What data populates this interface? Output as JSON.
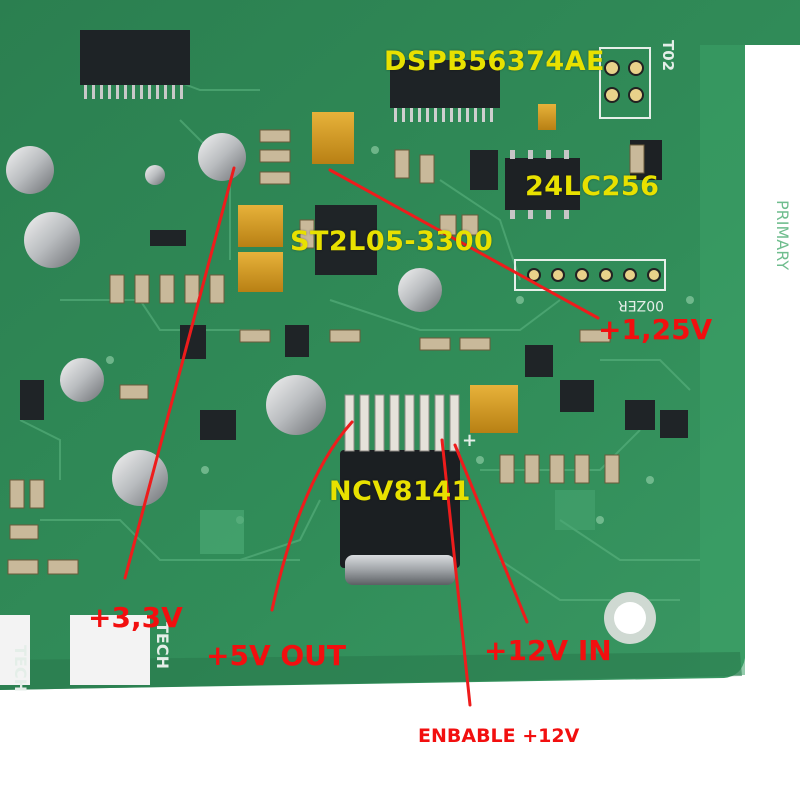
{
  "photo": {
    "subject": "pcb-closeup",
    "colors": {
      "board": "#2f8a57",
      "board_light": "#3d9d66",
      "white_bg": "#ffffff",
      "chip_label": "#e8e100",
      "volt_label": "#f20f0f",
      "arrow": "#ee1c1c"
    }
  },
  "labels": {
    "dsp": "DSPB56374AE",
    "eeprom": "24LC256",
    "regulator": "ST2L05-3300",
    "ldo": "NCV8141",
    "v125": "+1,25V",
    "v33": "+3,3V",
    "v5out": "+5V OUT",
    "v12in": "+12V IN",
    "enable": "ENBABLE +12V"
  },
  "silkscreen": {
    "tech_left": "TECH",
    "tech_right": "TECH",
    "primary": "PRIMARY",
    "top_code": "T02",
    "part_code": "00ZER",
    "plus_mark": "+"
  }
}
